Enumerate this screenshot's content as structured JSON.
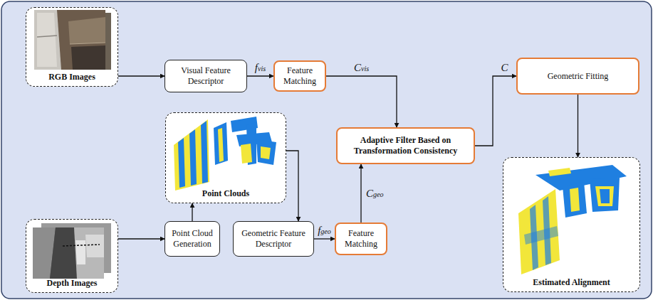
{
  "diagram": {
    "nodes": [
      {
        "text": [
          "RGB Images"
        ]
      },
      {
        "text": [
          "Visual Feature Descriptor"
        ]
      },
      {
        "text": [
          "Feature Matching"
        ]
      },
      {
        "text": [
          "Point Clouds"
        ]
      },
      {
        "text": [
          "Depth Images"
        ]
      },
      {
        "text": [
          "Point Cloud Generation"
        ]
      },
      {
        "text": [
          "Geometric Feature Descriptor"
        ]
      },
      {
        "text": [
          "Feature Matching"
        ]
      },
      {
        "text": [
          "Adaptive Filter Based on Transformation Consistency"
        ]
      },
      {
        "text": [
          "Geometric Fitting"
        ]
      },
      {
        "text": [
          "Estimated Alignment"
        ]
      }
    ],
    "edges": [
      {
        "from": 0,
        "to": 1,
        "arrow": "to"
      },
      {
        "from": 1,
        "to": 2,
        "label": "fvis",
        "arrow": "to"
      },
      {
        "from": 2,
        "to": 8,
        "label": "Cvis",
        "arrow": "to"
      },
      {
        "from": 4,
        "to": 5,
        "arrow": "to"
      },
      {
        "from": 5,
        "to": 3,
        "arrow": "to"
      },
      {
        "from": 3,
        "to": 6,
        "arrow": "to"
      },
      {
        "from": 6,
        "to": 7,
        "label": "fgeo",
        "arrow": "to"
      },
      {
        "from": 7,
        "to": 8,
        "label": "Cgeo",
        "arrow": "to"
      },
      {
        "from": 8,
        "to": 9,
        "label": "C",
        "arrow": "to"
      },
      {
        "from": 9,
        "to": 10,
        "arrow": "to"
      }
    ]
  }
}
